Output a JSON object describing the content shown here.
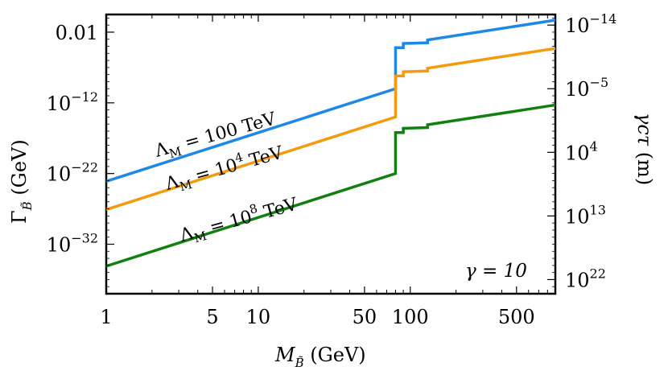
{
  "chart_data": {
    "type": "line",
    "xscale": "log",
    "yscale": "log",
    "xlabel": "M_B̃ (GeV)",
    "ylabel": "Γ_B̃ (GeV)",
    "ylabel_right": "γcτ (m)",
    "annotation": "γ = 10",
    "xlim": [
      1,
      900
    ],
    "ylim_log10": [
      -39,
      0.5
    ],
    "x_ticks": [
      {
        "value": 1,
        "label": "1"
      },
      {
        "value": 5,
        "label": "5"
      },
      {
        "value": 10,
        "label": "10"
      },
      {
        "value": 50,
        "label": "50"
      },
      {
        "value": 100,
        "label": "100"
      },
      {
        "value": 500,
        "label": "500"
      }
    ],
    "y_ticks_left": [
      {
        "log10": -2,
        "base": "0.01",
        "exp": ""
      },
      {
        "log10": -12,
        "base": "10",
        "exp": "−12"
      },
      {
        "log10": -22,
        "base": "10",
        "exp": "−22"
      },
      {
        "log10": -32,
        "base": "10",
        "exp": "−32"
      }
    ],
    "y_ticks_right": [
      {
        "log10": -1,
        "base": "10",
        "exp": "−14"
      },
      {
        "log10": -10,
        "base": "10",
        "exp": "−5"
      },
      {
        "log10": -19,
        "base": "10",
        "exp": "4"
      },
      {
        "log10": -28,
        "base": "10",
        "exp": "13"
      },
      {
        "log10": -37,
        "base": "10",
        "exp": "22"
      }
    ],
    "series": [
      {
        "name": "Λ_M = 100 TeV",
        "label_main": "Λ",
        "label_sub": "M",
        "label_rest": " = 100 TeV",
        "label_exp": "",
        "label_tail": "",
        "color": "#1e88e5",
        "points": [
          [
            1,
            -23.1
          ],
          [
            80,
            -10.0
          ],
          [
            80,
            -4.2
          ],
          [
            90,
            -4.2
          ],
          [
            90,
            -3.6
          ],
          [
            130,
            -3.5
          ],
          [
            130,
            -3.1
          ],
          [
            900,
            -0.3
          ]
        ]
      },
      {
        "name": "Λ_M = 10^4 TeV",
        "label_main": "Λ",
        "label_sub": "M",
        "label_rest": " = 10",
        "label_exp": "4",
        "label_tail": " TeV",
        "color": "#f29b0f",
        "points": [
          [
            1,
            -27.1
          ],
          [
            80,
            -14.0
          ],
          [
            80,
            -8.2
          ],
          [
            90,
            -8.2
          ],
          [
            90,
            -7.6
          ],
          [
            130,
            -7.5
          ],
          [
            130,
            -7.1
          ],
          [
            900,
            -4.3
          ]
        ]
      },
      {
        "name": "Λ_M = 10^8 TeV",
        "label_main": "Λ",
        "label_sub": "M",
        "label_rest": " = 10",
        "label_exp": "8",
        "label_tail": " TeV",
        "color": "#118011",
        "points": [
          [
            1,
            -35.1
          ],
          [
            80,
            -22.0
          ],
          [
            80,
            -16.2
          ],
          [
            90,
            -16.2
          ],
          [
            90,
            -15.6
          ],
          [
            130,
            -15.5
          ],
          [
            130,
            -15.1
          ],
          [
            900,
            -12.3
          ]
        ]
      }
    ]
  }
}
